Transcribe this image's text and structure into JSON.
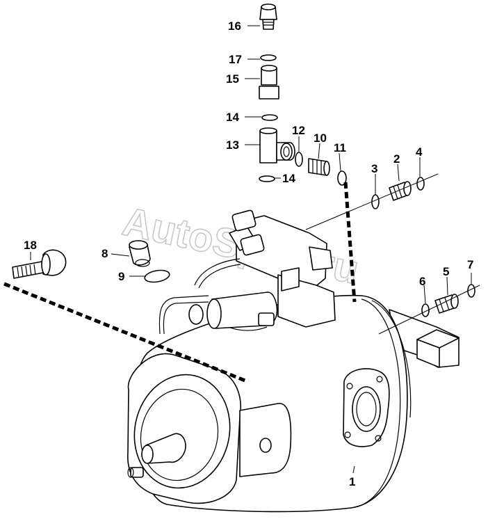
{
  "diagram": {
    "watermark": "AutoSpec.ru",
    "callouts": [
      "1",
      "2",
      "3",
      "4",
      "5",
      "6",
      "7",
      "8",
      "9",
      "10",
      "11",
      "12",
      "13",
      "14",
      "14",
      "15",
      "16",
      "17",
      "18"
    ]
  }
}
